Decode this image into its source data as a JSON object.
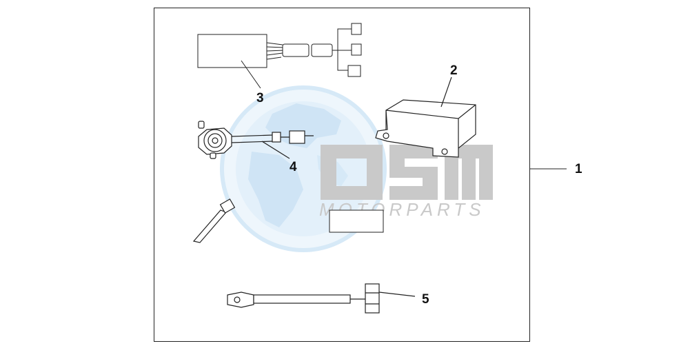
{
  "callouts": {
    "kit": "1",
    "bracket": "2",
    "control_unit": "3",
    "siren": "4",
    "sensor_cable": "5"
  },
  "watermark": {
    "logo_text": "OSM",
    "tagline": "MOTORPARTS",
    "globe_color": "#dcecf8",
    "text_color": "#c9c9c9"
  }
}
